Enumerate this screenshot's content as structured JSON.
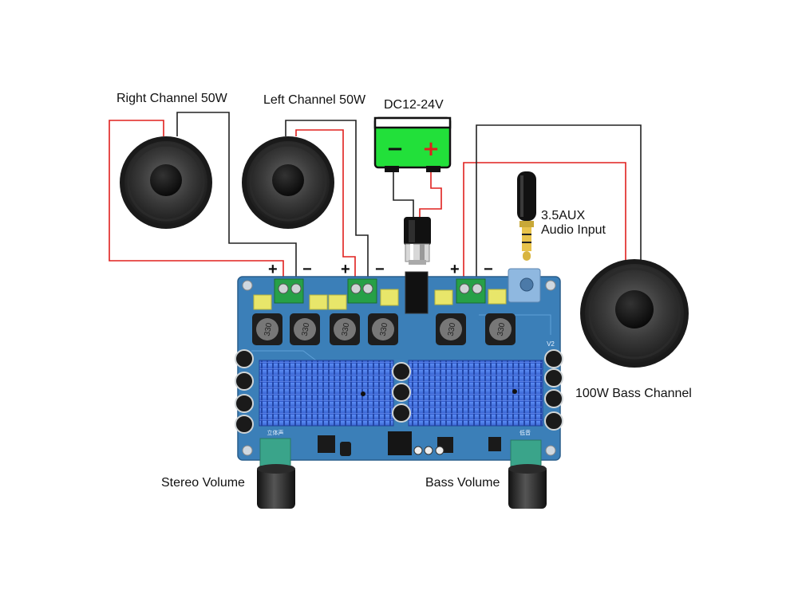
{
  "labels": {
    "right_channel": "Right Channel 50W",
    "left_channel": "Left Channel 50W",
    "power": "DC12-24V",
    "aux_line1": "3.5AUX",
    "aux_line2": "Audio Input",
    "bass_channel": "100W Bass Channel",
    "stereo_volume": "Stereo Volume",
    "bass_volume": "Bass Volume"
  },
  "battery": {
    "minus": "−",
    "plus": "+"
  },
  "terminals": {
    "plus": "+",
    "minus": "−"
  },
  "pcb": {
    "inductor_marking": "330",
    "silk_stereo": "立体声",
    "silk_bass": "低音",
    "silk_version": "V2"
  },
  "colors": {
    "pcb": "#3b7fb8",
    "heatsink": "#3f6fe0",
    "battery": "#22e03a",
    "wire_red": "#e0201e",
    "wire_black": "#222222",
    "terminal": "#27a047",
    "capacitor": "#e8e66a"
  }
}
